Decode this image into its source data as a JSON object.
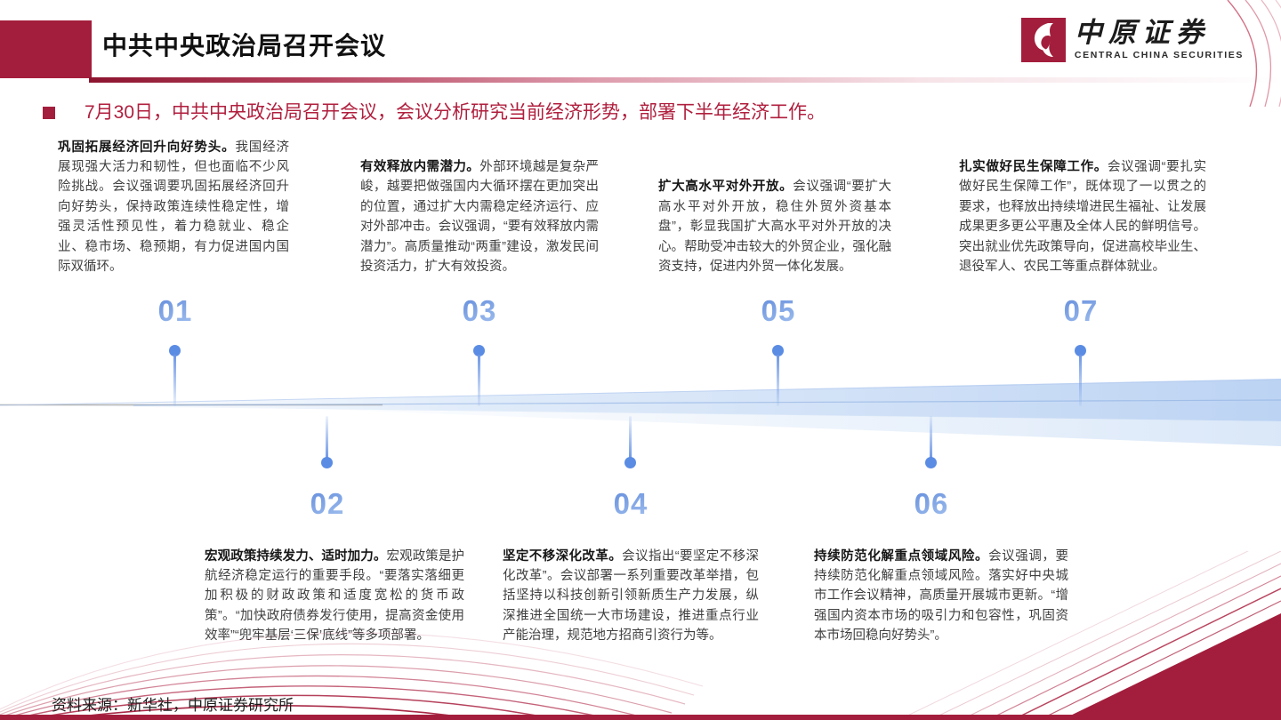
{
  "header": {
    "title": "中共中央政治局召开会议"
  },
  "logo": {
    "name_cn": "中原证券",
    "name_en": "CENTRAL CHINA SECURITIES",
    "mark_icon": "ccs-swirl-icon"
  },
  "intro": {
    "text": "7月30日，中共中央政治局召开会议，会议分析研究当前经济形势，部署下半年经济工作。"
  },
  "timeline": {
    "items": [
      {
        "num": "01",
        "title": "巩固拓展经济回升向好势头。",
        "body": "我国经济展现强大活力和韧性，但也面临不少风险挑战。会议强调要巩固拓展经济回升向好势头，保持政策连续性稳定性，增强灵活性预见性，着力稳就业、稳企业、稳市场、稳预期，有力促进国内国际双循环。"
      },
      {
        "num": "02",
        "title": "宏观政策持续发力、适时加力。",
        "body": "宏观政策是护航经济稳定运行的重要手段。“要落实落细更加积极的财政政策和适度宽松的货币政策”。“加快政府债券发行使用，提高资金使用效率”“兜牢基层‘三保’底线”等多项部署。"
      },
      {
        "num": "03",
        "title": "有效释放内需潜力。",
        "body": "外部环境越是复杂严峻，越要把做强国内大循环摆在更加突出的位置，通过扩大内需稳定经济运行、应对外部冲击。会议强调，“要有效释放内需潜力”。高质量推动“两重”建设，激发民间投资活力，扩大有效投资。"
      },
      {
        "num": "04",
        "title": "坚定不移深化改革。",
        "body": "会议指出“要坚定不移深化改革”。会议部署一系列重要改革举措，包括坚持以科技创新引领新质生产力发展，纵深推进全国统一大市场建设，推进重点行业产能治理，规范地方招商引资行为等。"
      },
      {
        "num": "05",
        "title": "扩大高水平对外开放。",
        "body": "会议强调“要扩大高水平对外开放，稳住外贸外资基本盘”，彰显我国扩大高水平对外开放的决心。帮助受冲击较大的外贸企业，强化融资支持，促进内外贸一体化发展。"
      },
      {
        "num": "06",
        "title": "持续防范化解重点领域风险。",
        "body": "会议强调，要持续防范化解重点领域风险。落实好中央城市工作会议精神，高质量开展城市更新。“增强国内资本市场的吸引力和包容性，巩固资本市场回稳向好势头”。"
      },
      {
        "num": "07",
        "title": "扎实做好民生保障工作。",
        "body": "会议强调“要扎实做好民生保障工作”，既体现了一以贯之的要求，也释放出持续增进民生福祉、让发展成果更多更公平惠及全体人民的鲜明信号。突出就业优先政策导向，促进高校毕业生、退役军人、农民工等重点群体就业。"
      }
    ]
  },
  "footer": {
    "source": "资料来源：新华社，中原证券研究所"
  },
  "colors": {
    "crimson": "#a31e3c",
    "intro_red": "#b01f3e",
    "number_blue": "#7da2e6",
    "pin_blue": "#5b8ce4",
    "band_blue": "#c9dcf5"
  }
}
